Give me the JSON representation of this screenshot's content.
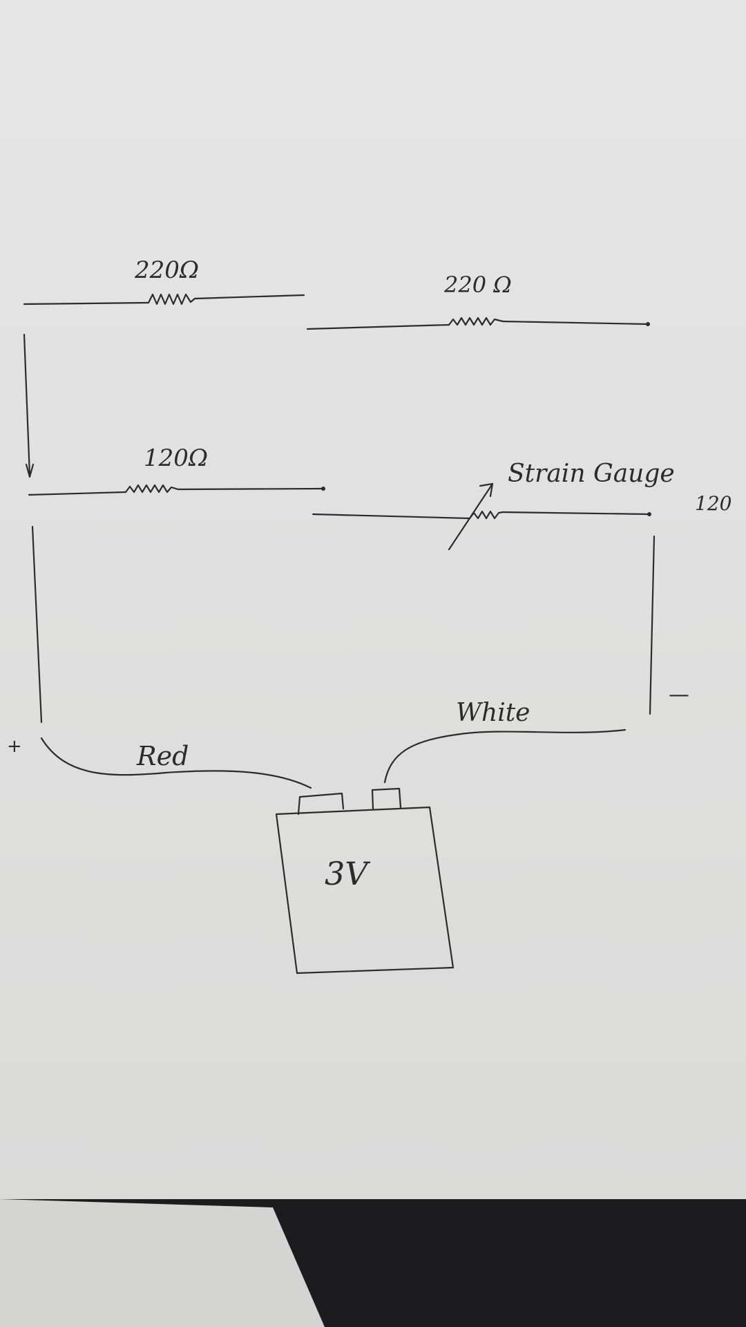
{
  "resistors": {
    "r_top_left": "220Ω",
    "r_top_right": "220 Ω",
    "r_mid_left": "120Ω",
    "strain_gauge": "Strain Gauge",
    "strain_gauge_value": "120"
  },
  "wires": {
    "positive_sign": "+",
    "negative_sign": "—",
    "red_wire_label": "Red",
    "white_wire_label": "White"
  },
  "battery": {
    "voltage_label": "3V"
  }
}
